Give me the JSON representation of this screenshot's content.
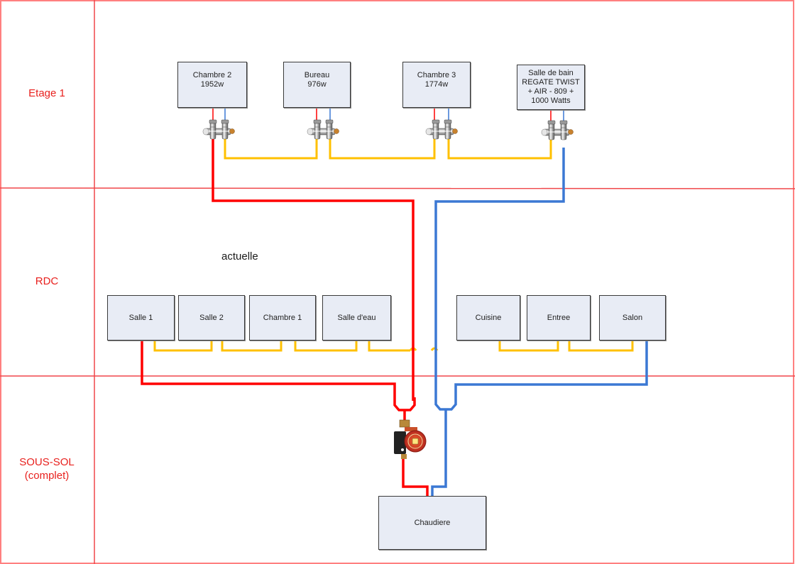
{
  "floors": [
    {
      "id": "etage-1",
      "label": "Etage 1"
    },
    {
      "id": "rdc",
      "label": "RDC"
    },
    {
      "id": "sous-sol",
      "label": "SOUS-SOL\n(complet)"
    }
  ],
  "annotation": "actuelle",
  "colors": {
    "grid": "#f0474a",
    "hot_pipe": "#ff0000",
    "cold_pipe": "#3b78d4",
    "loop_pipe": "#ffc000",
    "room_fill": "#e8ecf5",
    "floor_label": "#e8211e"
  },
  "rooms_etage": [
    {
      "name": "Chambre 2",
      "detail": "1952w"
    },
    {
      "name": "Bureau",
      "detail": "976w"
    },
    {
      "name": "Chambre 3",
      "detail": "1774w"
    },
    {
      "name": "Salle de bain",
      "detail": "REGATE TWIST\n+ AIR - 809 +\n1000 Watts"
    }
  ],
  "rooms_rdc": [
    {
      "name": "Salle 1"
    },
    {
      "name": "Salle 2"
    },
    {
      "name": "Chambre 1"
    },
    {
      "name": "Salle d'eau"
    },
    {
      "name": "Cuisine"
    },
    {
      "name": "Entree"
    },
    {
      "name": "Salon"
    }
  ],
  "boiler": {
    "name": "Chaudiere"
  },
  "pump": {
    "name": "circulator-pump"
  },
  "valves": {
    "name": "radiator-valve"
  }
}
